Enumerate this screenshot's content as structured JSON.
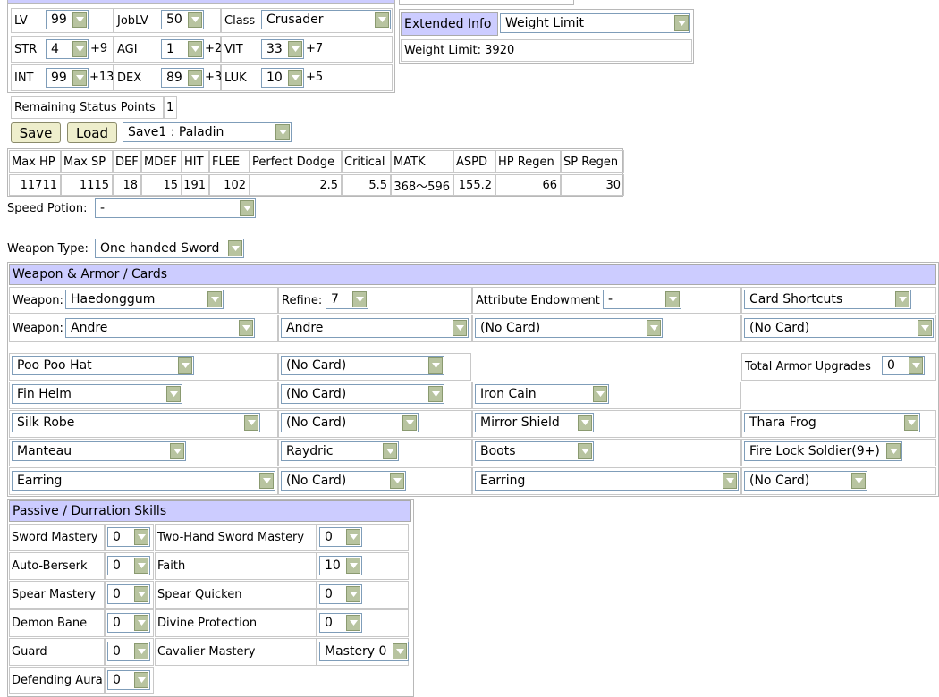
{
  "stats": {
    "lv_label": "LV",
    "lv": "99",
    "joblv_label": "JobLV",
    "joblv": "50",
    "class_label": "Class",
    "class_value": "Crusader",
    "str_label": "STR",
    "str": "4",
    "str_bonus": "+9",
    "agi_label": "AGI",
    "agi": "1",
    "agi_bonus": "+2",
    "vit_label": "VIT",
    "vit": "33",
    "vit_bonus": "+7",
    "int_label": "INT",
    "int": "99",
    "int_bonus": "+13",
    "dex_label": "DEX",
    "dex": "89",
    "dex_bonus": "+3",
    "luk_label": "LUK",
    "luk": "10",
    "luk_bonus": "+5",
    "remaining_label": "Remaining Status Points",
    "remaining_value": "1"
  },
  "extended": {
    "label": "Extended Info",
    "select": "Weight Limit",
    "text": "Weight Limit: 3920"
  },
  "saveload": {
    "save": "Save",
    "load": "Load",
    "slot": "Save1 : Paladin"
  },
  "results": {
    "headers": [
      "Max HP",
      "Max SP",
      "DEF",
      "MDEF",
      "HIT",
      "FLEE",
      "Perfect Dodge",
      "Critical",
      "MATK",
      "ASPD",
      "HP Regen",
      "SP Regen"
    ],
    "values": [
      "11711",
      "1115",
      "18",
      "15",
      "191",
      "102",
      "2.5",
      "5.5",
      "368～596",
      "155.2",
      "66",
      "30"
    ]
  },
  "speed": {
    "label": "Speed Potion:",
    "value": "-"
  },
  "weapon_type": {
    "label": "Weapon Type:",
    "value": "One handed Sword"
  },
  "equip": {
    "title": "Weapon & Armor / Cards",
    "weapon_label": "Weapon:",
    "weapon": "Haedonggum",
    "refine_label": "Refine:",
    "refine": "7",
    "attr_label": "Attribute Endowment",
    "attr": "-",
    "shortcuts": "Card Shortcuts",
    "weapon2_label": "Weapon:",
    "weapon2": "Andre",
    "card1": "Andre",
    "card2": "(No Card)",
    "card3": "(No Card)",
    "head_top": "Poo Poo Hat",
    "head_top_card": "(No Card)",
    "armor_upg_label": "Total Armor Upgrades",
    "armor_upg": "0",
    "head_mid": "Fin Helm",
    "head_mid_card": "(No Card)",
    "head_low": "Iron Cain",
    "body": "Silk Robe",
    "body_card": "(No Card)",
    "shield": "Mirror Shield",
    "shield_card": "Thara Frog",
    "garment": "Manteau",
    "garment_card": "Raydric",
    "shoes": "Boots",
    "shoes_card": "Fire Lock Soldier(9+)",
    "acc1": "Earring",
    "acc1_card": "(No Card)",
    "acc2": "Earring",
    "acc2_card": "(No Card)"
  },
  "skills": {
    "title": "Passive / Durration Skills",
    "items": [
      {
        "name": "Sword Mastery",
        "value": "0"
      },
      {
        "name": "Two-Hand Sword Mastery",
        "value": "0"
      },
      {
        "name": "Auto-Berserk",
        "value": "0"
      },
      {
        "name": "Faith",
        "value": "10"
      },
      {
        "name": "Spear Mastery",
        "value": "0"
      },
      {
        "name": "Spear Quicken",
        "value": "0"
      },
      {
        "name": "Demon Bane",
        "value": "0"
      },
      {
        "name": "Divine Protection",
        "value": "0"
      },
      {
        "name": "Guard",
        "value": "0"
      },
      {
        "name": "Cavalier Mastery",
        "value": "Mastery 0"
      },
      {
        "name": "Defending Aura",
        "value": "0"
      }
    ]
  }
}
